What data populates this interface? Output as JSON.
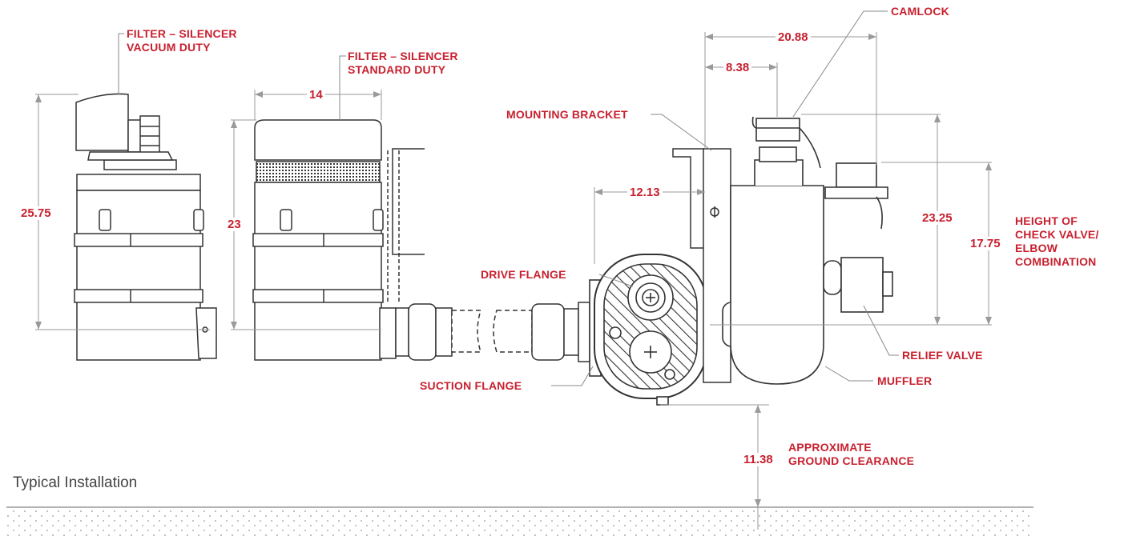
{
  "caption": "Typical Installation",
  "colors": {
    "accent": "#c8202f",
    "line": "#333333",
    "leader": "#888888",
    "dim_line": "#9a9a9a"
  },
  "callouts": {
    "filter_vacuum_line1": "FILTER – SILENCER",
    "filter_vacuum_line2": "VACUUM DUTY",
    "filter_standard_line1": "FILTER – SILENCER",
    "filter_standard_line2": "STANDARD DUTY",
    "camlock": "CAMLOCK",
    "mounting_bracket": "MOUNTING BRACKET",
    "drive_flange": "DRIVE FLANGE",
    "suction_flange": "SUCTION FLANGE",
    "relief_valve": "RELIEF VALVE",
    "muffler": "MUFFLER",
    "check_valve_line1": "HEIGHT OF",
    "check_valve_line2": "CHECK VALVE/",
    "check_valve_line3": "ELBOW",
    "check_valve_line4": "COMBINATION",
    "ground_line1": "APPROXIMATE",
    "ground_line2": "GROUND CLEARANCE"
  },
  "dimensions": {
    "vacuum_height": "25.75",
    "standard_height": "23",
    "standard_width": "14",
    "overall_width": "20.88",
    "bracket_offset": "8.38",
    "flange_offset": "12.13",
    "outlet_height": "23.25",
    "check_valve_height": "17.75",
    "ground_clearance": "11.38"
  }
}
